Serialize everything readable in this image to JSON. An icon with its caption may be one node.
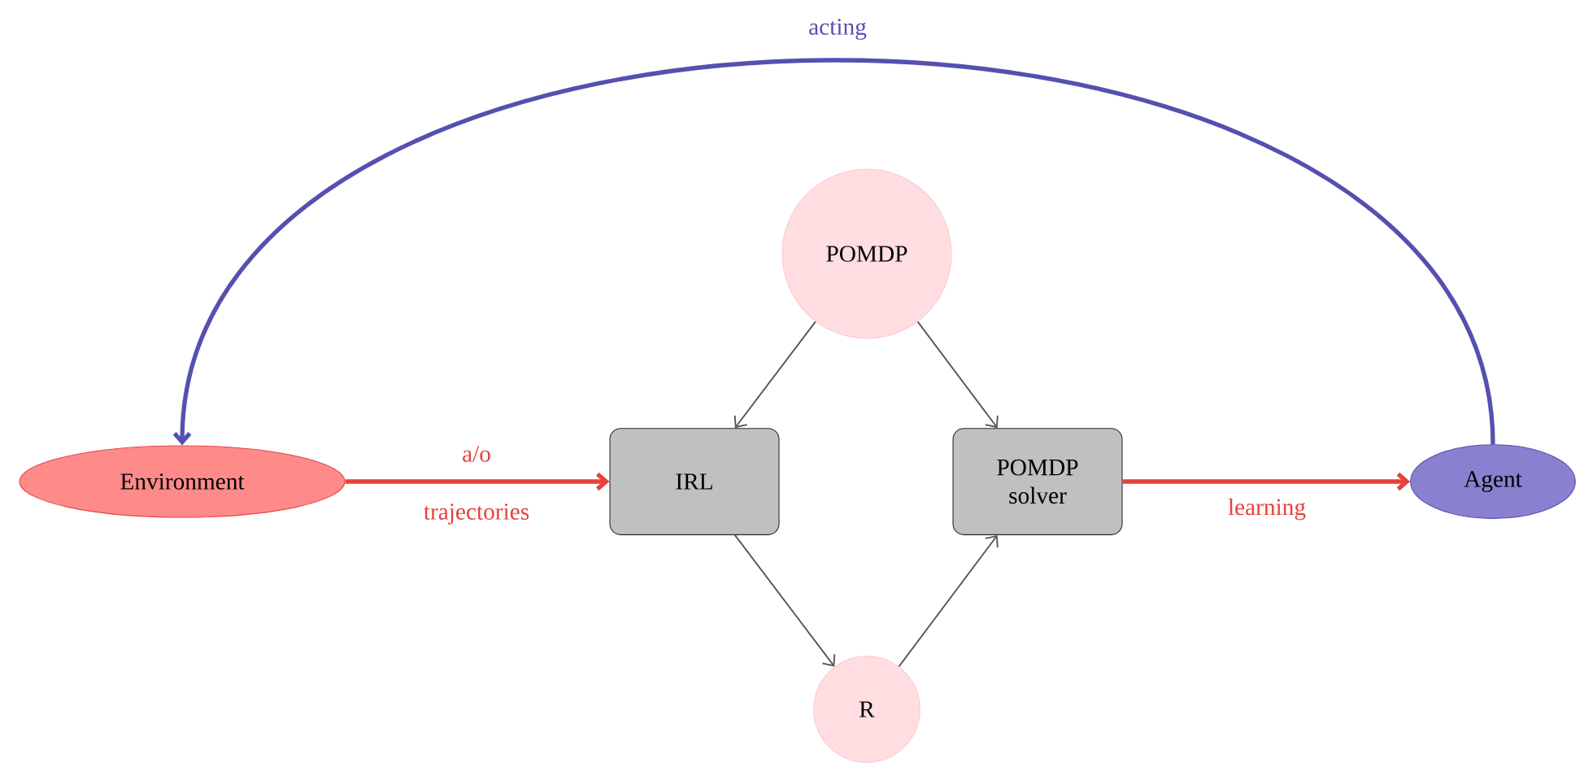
{
  "diagram": {
    "nodes": [
      {
        "text": [
          "POMDP"
        ]
      },
      {
        "text": [
          "Environment"
        ]
      },
      {
        "text": [
          "IRL"
        ]
      },
      {
        "text": [
          "POMDP solver"
        ]
      },
      {
        "text": [
          "Agent"
        ]
      },
      {
        "text": [
          "R"
        ]
      }
    ],
    "edges": [
      {
        "from": 0,
        "to": 2,
        "arrow": "to"
      },
      {
        "from": 0,
        "to": 3,
        "arrow": "to"
      },
      {
        "from": 2,
        "to": 5,
        "arrow": "to"
      },
      {
        "from": 5,
        "to": 3,
        "arrow": "to"
      },
      {
        "from": 1,
        "to": 2,
        "arrow": "to",
        "label": "a/o",
        "style": "thick",
        "color": "#e8403c"
      },
      {
        "from": 3,
        "to": 4,
        "arrow": "to",
        "label": "learning",
        "style": "thick",
        "color": "#e8403c"
      },
      {
        "from": 4,
        "to": 1,
        "arrow": "to",
        "label": "acting",
        "style": "thick",
        "color": "#5550b0"
      }
    ],
    "labels": [
      "trajectories"
    ]
  }
}
